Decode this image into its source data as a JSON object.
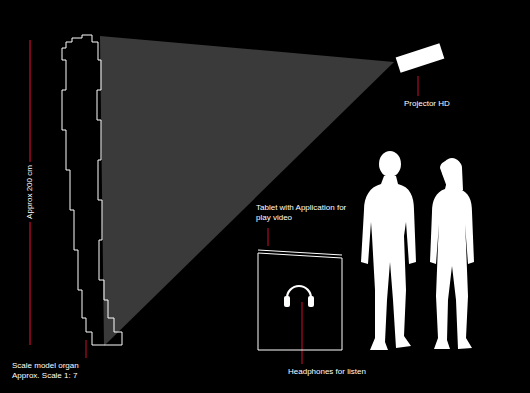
{
  "diagram": {
    "labels": [
      "Approx 200 cm",
      "Projector HD",
      "Tablet with Application for play video",
      "Headphones for listen",
      "Scale model organ Approx. Scale 1: 7"
    ]
  }
}
